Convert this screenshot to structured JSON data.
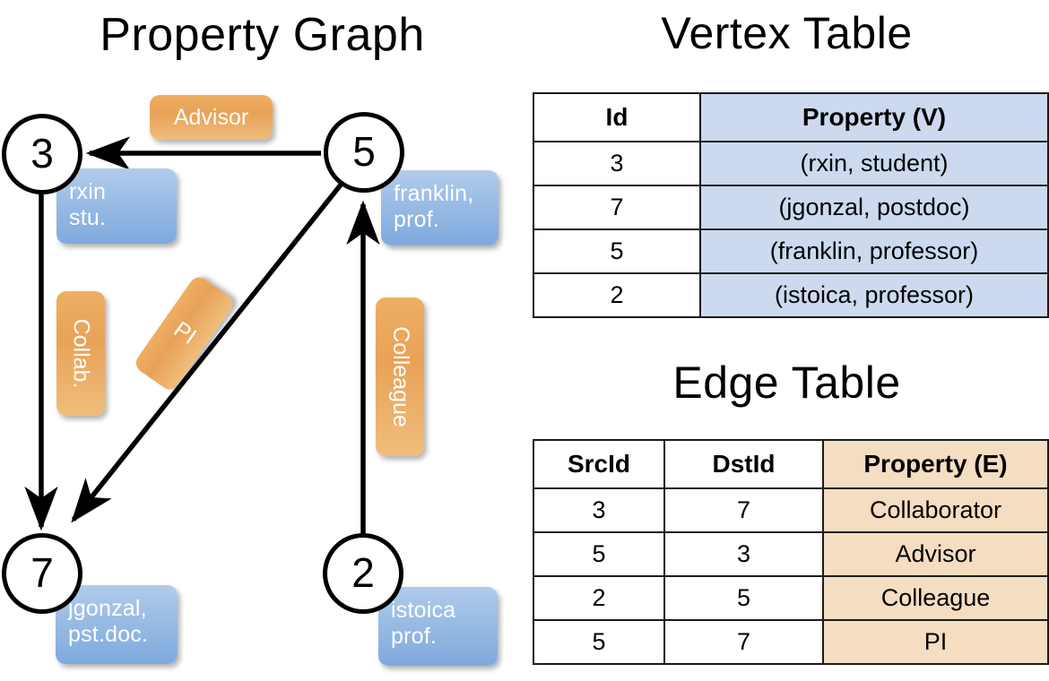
{
  "graph": {
    "title": "Property Graph",
    "nodes": [
      {
        "id": "3",
        "property_lines": [
          "rxin",
          "stu."
        ]
      },
      {
        "id": "5",
        "property_lines": [
          "franklin,",
          "prof."
        ]
      },
      {
        "id": "7",
        "property_lines": [
          "jgonzal,",
          "pst.doc."
        ]
      },
      {
        "id": "2",
        "property_lines": [
          "istoica",
          "prof."
        ]
      }
    ],
    "edge_labels": [
      {
        "name": "advisor-label",
        "text": "Advisor"
      },
      {
        "name": "collab-label",
        "text": "Collab."
      },
      {
        "name": "pi-label",
        "text": "PI"
      },
      {
        "name": "colleague-label",
        "text": "Colleague"
      }
    ]
  },
  "vertex_table": {
    "title": "Vertex Table",
    "headers": [
      "Id",
      "Property (V)"
    ],
    "rows": [
      {
        "id": "3",
        "property": "(rxin, student)"
      },
      {
        "id": "7",
        "property": "(jgonzal, postdoc)"
      },
      {
        "id": "5",
        "property": "(franklin, professor)"
      },
      {
        "id": "2",
        "property": "(istoica, professor)"
      }
    ]
  },
  "edge_table": {
    "title": "Edge Table",
    "headers": [
      "SrcId",
      "DstId",
      "Property (E)"
    ],
    "rows": [
      {
        "src": "3",
        "dst": "7",
        "property": "Collaborator"
      },
      {
        "src": "5",
        "dst": "3",
        "property": "Advisor"
      },
      {
        "src": "2",
        "dst": "5",
        "property": "Colleague"
      },
      {
        "src": "5",
        "dst": "7",
        "property": "PI"
      }
    ]
  },
  "colors": {
    "vertex_property_fill": "#ccd9ef",
    "edge_property_fill": "#f5ddc2",
    "node_box_blue": "#9ebfe6",
    "edge_label_orange": "#e8a257",
    "stroke": "#000000"
  }
}
